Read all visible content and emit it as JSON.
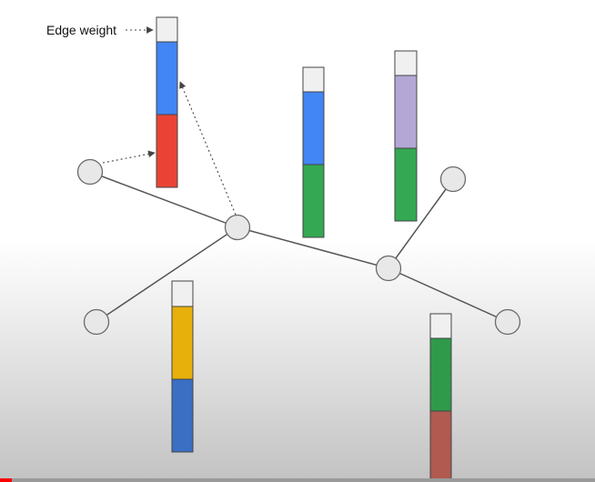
{
  "diagram": {
    "label": "Edge weight",
    "colors": {
      "node_fill": "#e8e8e8",
      "node_stroke": "#6a6a6a",
      "edge": "#555555",
      "annotation": "#444444",
      "bar_cap": "#f0f0f0",
      "bar_outline": "#444444"
    },
    "bars": [
      {
        "id": "edge-weight-1",
        "segments": [
          "#4285f4",
          "#ea4335"
        ]
      },
      {
        "id": "edge-weight-2",
        "segments": [
          "#4285f4",
          "#34a853"
        ]
      },
      {
        "id": "edge-weight-3",
        "segments": [
          "#b4a7d6",
          "#34a853"
        ]
      },
      {
        "id": "edge-weight-4",
        "segments": [
          "#e8b00b",
          "#3a6fc4"
        ]
      },
      {
        "id": "edge-weight-5",
        "segments": [
          "#2e9a4a",
          "#b05a50"
        ]
      }
    ]
  },
  "video": {
    "progress": 0.02,
    "played_color": "#ff0000"
  }
}
